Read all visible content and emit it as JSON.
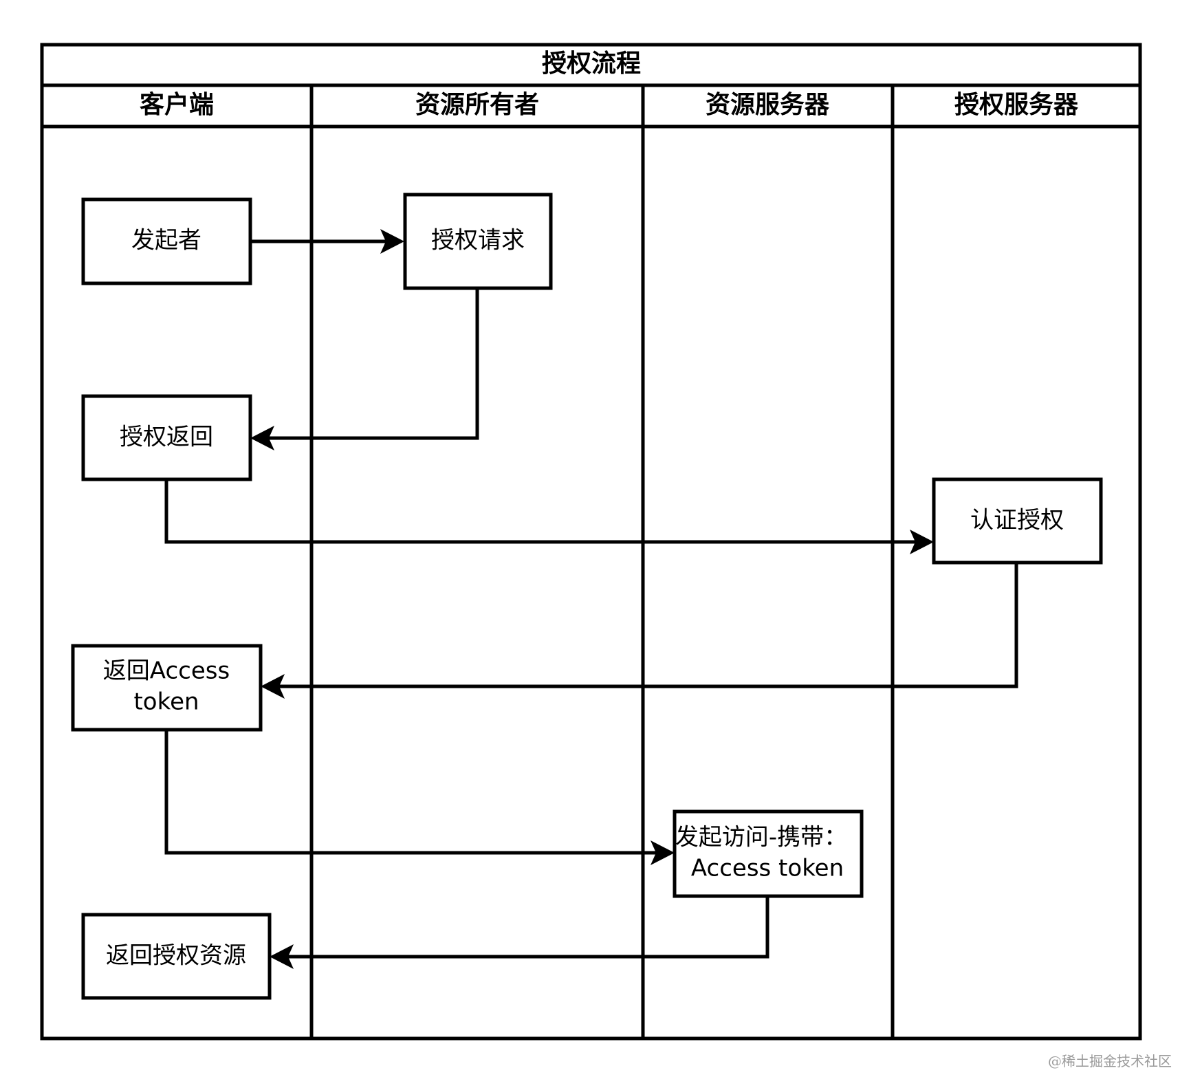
{
  "diagram": {
    "title": "授权流程",
    "lanes": [
      "客户端",
      "资源所有者",
      "资源服务器",
      "授权服务器"
    ],
    "nodes": [
      {
        "id": "initiator",
        "lines": [
          "发起者"
        ]
      },
      {
        "id": "auth-request",
        "lines": [
          "授权请求"
        ]
      },
      {
        "id": "auth-return",
        "lines": [
          "授权返回"
        ]
      },
      {
        "id": "authenticate",
        "lines": [
          "认证授权"
        ]
      },
      {
        "id": "return-token",
        "lines": [
          "返回Access",
          "token"
        ]
      },
      {
        "id": "access-with-token",
        "lines": [
          "发起访问-携带：",
          "Access token"
        ]
      },
      {
        "id": "return-resource",
        "lines": [
          "返回授权资源"
        ]
      }
    ],
    "edges": [
      {
        "from": "initiator",
        "to": "auth-request"
      },
      {
        "from": "auth-request",
        "to": "auth-return"
      },
      {
        "from": "auth-return",
        "to": "authenticate"
      },
      {
        "from": "authenticate",
        "to": "return-token"
      },
      {
        "from": "return-token",
        "to": "access-with-token"
      },
      {
        "from": "access-with-token",
        "to": "return-resource"
      }
    ]
  },
  "watermark": "@稀土掘金技术社区"
}
